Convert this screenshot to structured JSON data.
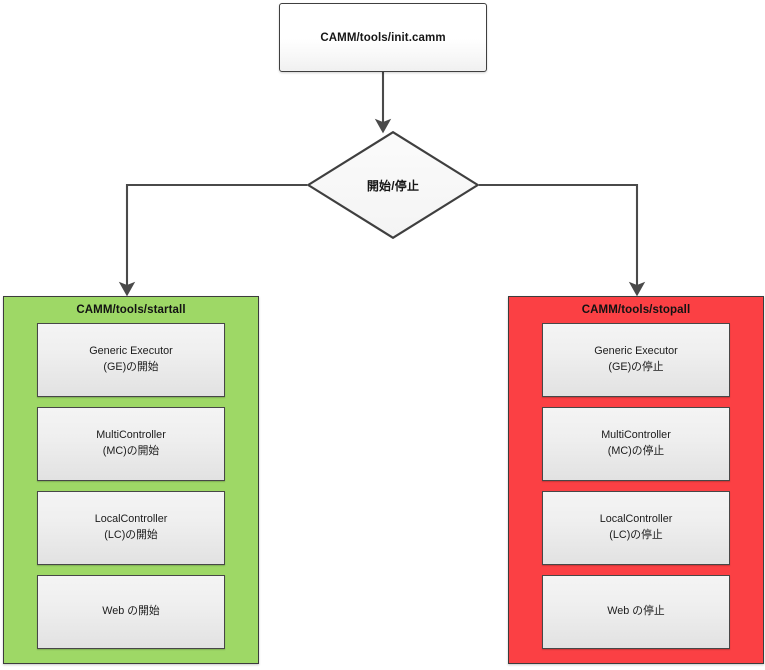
{
  "diagram": {
    "title_node": {
      "label": "CAMM/tools/init.camm"
    },
    "decision": {
      "label": "開始/停止"
    },
    "branches": [
      {
        "key": "start",
        "title": "CAMM/tools/startall",
        "color": "#9ED866",
        "steps": [
          {
            "label": "Generic Executor\n(GE)の開始"
          },
          {
            "label": "MultiController\n(MC)の開始"
          },
          {
            "label": "LocalController\n(LC)の開始"
          },
          {
            "label": "Web の開始"
          }
        ]
      },
      {
        "key": "stop",
        "title": "CAMM/tools/stopall",
        "color": "#FB4044",
        "steps": [
          {
            "label": "Generic Executor\n(GE)の停止"
          },
          {
            "label": "MultiController\n(MC)の停止"
          },
          {
            "label": "LocalController\n(LC)の停止"
          },
          {
            "label": "Web の停止"
          }
        ]
      }
    ],
    "connectors": {
      "line_color": "#4a4a4a",
      "background": "#ffffff"
    }
  }
}
